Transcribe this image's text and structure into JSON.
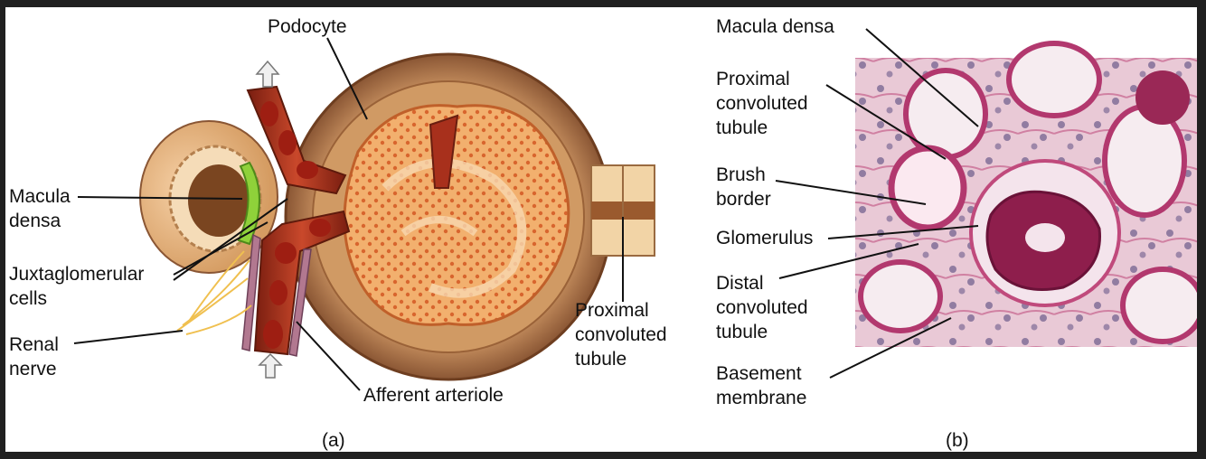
{
  "panel_a": {
    "caption": "(a)",
    "labels": {
      "podocyte": "Podocyte",
      "macula_densa": [
        "Macula",
        "densa"
      ],
      "juxtaglomerular": [
        "Juxtaglomerular",
        "cells"
      ],
      "renal_nerve": [
        "Renal",
        "nerve"
      ],
      "afferent": "Afferent arteriole",
      "proximal": [
        "Proximal",
        "convoluted",
        "tubule"
      ]
    }
  },
  "panel_b": {
    "caption": "(b)",
    "labels": {
      "macula_densa": "Macula densa",
      "proximal": [
        "Proximal",
        "convoluted",
        "tubule"
      ],
      "brush": [
        "Brush",
        "border"
      ],
      "glomerulus": "Glomerulus",
      "distal": [
        "Distal",
        "convoluted",
        "tubule"
      ],
      "basement": [
        "Basement",
        "membrane"
      ]
    }
  },
  "colors": {
    "background": "#202020",
    "capsule": "#9c6a45",
    "glomerulus": "#e8a060",
    "vessel": "#b03a22",
    "macula_densa": "#8fd13a",
    "histology_bg": "#e8c8d4",
    "histology_stain": "#b0306a"
  }
}
